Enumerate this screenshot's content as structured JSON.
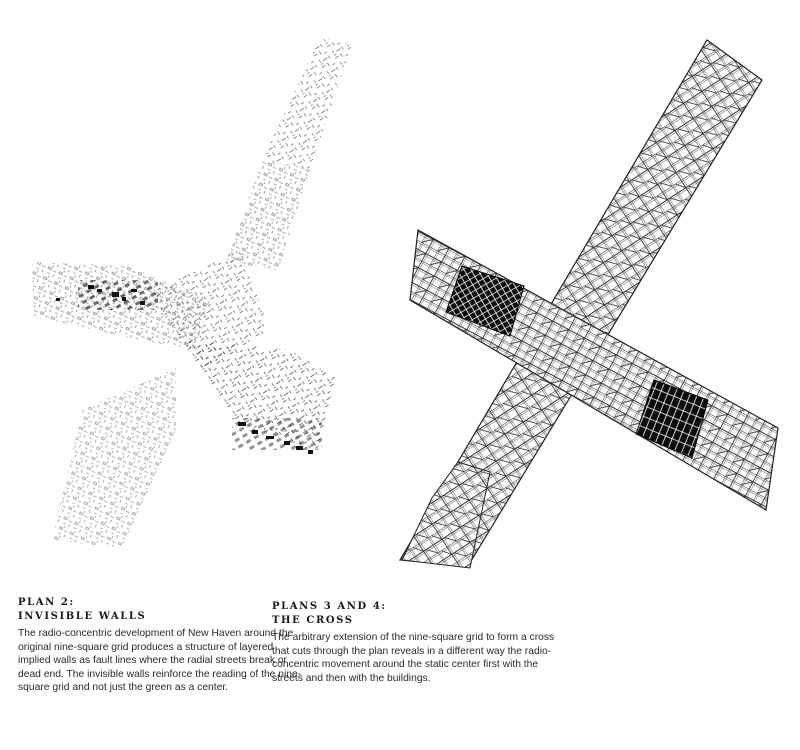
{
  "plan2": {
    "number": "PLAN 2:",
    "title": "INVISIBLE WALLS",
    "body": "The radio-concentric development of New Haven around the original nine-square grid produces a structure of layered implied walls as fault lines where the radial streets break or dead end. The invisible walls reinforce the reading of the nine-square grid and not just the green as a center."
  },
  "plans34": {
    "number": "PLANS 3 AND 4:",
    "title": "THE CROSS",
    "body": "The arbitrary extension of the nine-square grid to form a cross that cuts through the plan reveals in a different way the radio-concentric movement around the static center first with the streets and then with the buildings."
  }
}
